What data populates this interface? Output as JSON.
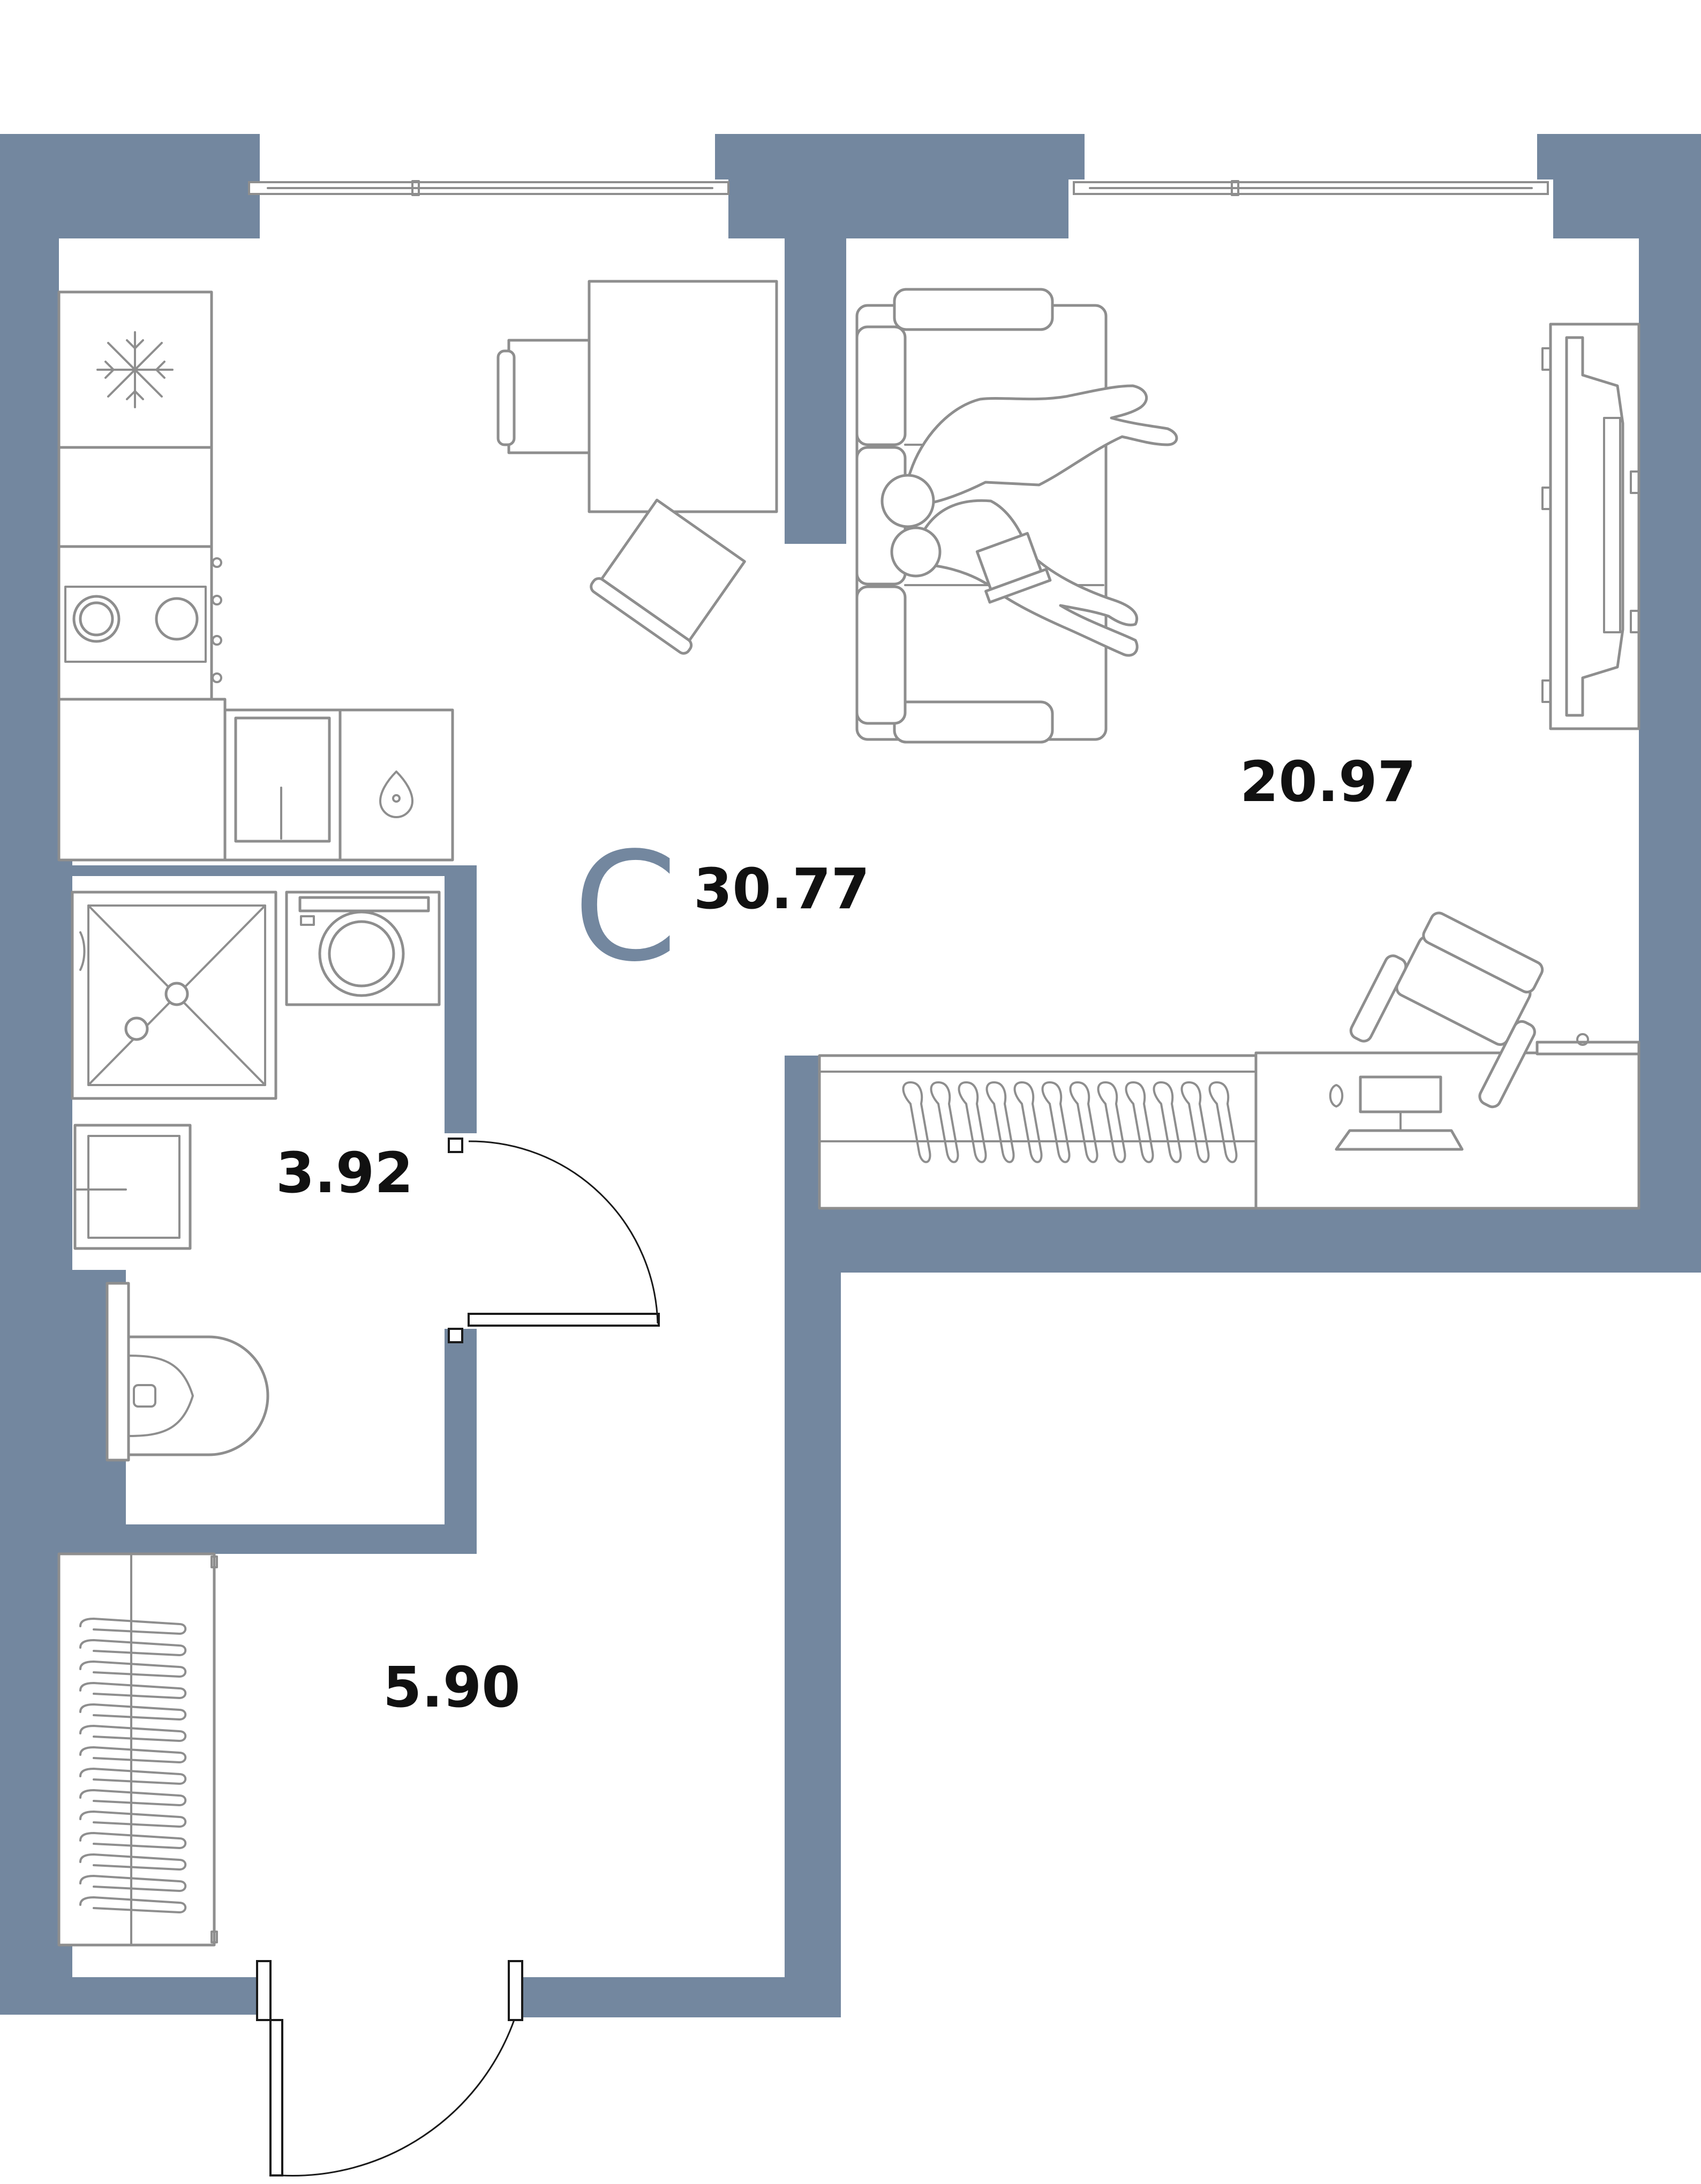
{
  "plan": {
    "apartment_type": "C",
    "rooms": {
      "total_area": "30.77",
      "living_area": "20.97",
      "bathroom_area": "3.92",
      "hallway_area": "5.90"
    },
    "icons": {
      "fridge": "snowflake-icon",
      "sink": "water-drop-icon",
      "washer": "washing-machine-icon",
      "shower": "shower-icon",
      "toilet": "toilet-icon"
    },
    "colors": {
      "wall": "#73879f",
      "furniture_stroke": "#8e8e8e",
      "background": "#ffffff"
    }
  }
}
